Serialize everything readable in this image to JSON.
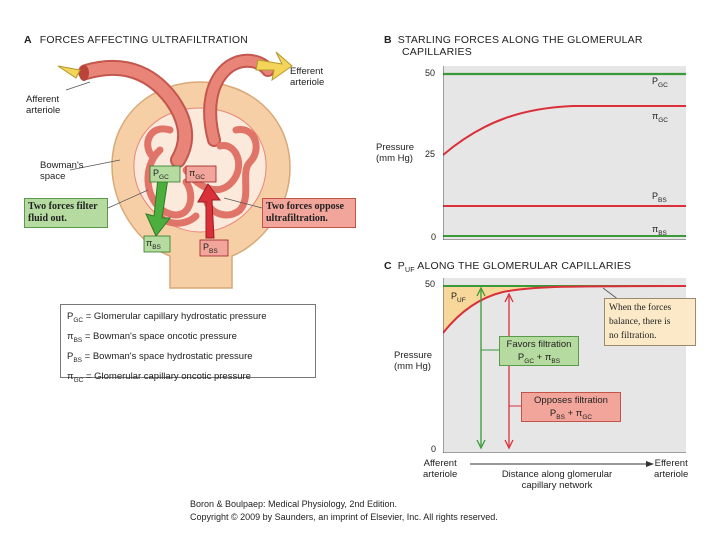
{
  "panelA": {
    "letter": "A",
    "title": "FORCES AFFECTING ULTRAFILTRATION",
    "afferent_line1": "Afferent",
    "afferent_line2": "arteriole",
    "efferent_line1": "Efferent",
    "efferent_line2": "arteriole",
    "bowman_line1": "Bowman's",
    "bowman_line2": "space",
    "pgc_main": "P",
    "pgc_sub": "GC",
    "pigc_main": "π",
    "pigc_sub": "GC",
    "pibs_main": "π",
    "pibs_sub": "BS",
    "pbs_main": "P",
    "pbs_sub": "BS",
    "filter_line1": "Two forces filter",
    "filter_line2": "fluid out.",
    "oppose_line1": "Two forces oppose",
    "oppose_line2": "ultrafiltration.",
    "legend": [
      {
        "sym": "P",
        "sub": "GC",
        "text": " = Glomerular capillary hydrostatic pressure"
      },
      {
        "sym": "π",
        "sub": "BS",
        "text": " = Bowman's space oncotic pressure"
      },
      {
        "sym": "P",
        "sub": "BS",
        "text": " = Bowman's space hydrostatic pressure"
      },
      {
        "sym": "π",
        "sub": "GC",
        "text": " = Glomerular capillary oncotic pressure"
      }
    ]
  },
  "panelB": {
    "letter": "B",
    "title_line1": "STARLING FORCES ALONG THE GLOMERULAR",
    "title_line2": "CAPILLARIES",
    "ylabel_line1": "Pressure",
    "ylabel_line2": "(mm Hg)",
    "ticks": [
      "50",
      "25",
      "0"
    ],
    "curves": [
      {
        "main": "P",
        "sub": "GC",
        "color": "#3a9a3a"
      },
      {
        "main": "π",
        "sub": "GC",
        "color": "#d9303a"
      },
      {
        "main": "P",
        "sub": "BS",
        "color": "#d9303a"
      },
      {
        "main": "π",
        "sub": "BS",
        "color": "#3a9a3a"
      }
    ]
  },
  "panelC": {
    "letter": "C",
    "title_main": "P",
    "title_sub": "UF",
    "title_rest": " ALONG THE GLOMERULAR CAPILLARIES",
    "ylabel_line1": "Pressure",
    "ylabel_line2": "(mm Hg)",
    "ticks": [
      "50",
      "0"
    ],
    "puf_main": "P",
    "puf_sub": "UF",
    "balance_line1": "When the forces",
    "balance_line2": "balance, there is",
    "balance_line3": "no filtration.",
    "favors_line1": "Favors filtration",
    "favors_m1": "P",
    "favors_s1": "GC",
    "favors_plus": " + π",
    "favors_s2": "BS",
    "opposes_line1": "Opposes filtration",
    "opposes_m1": "P",
    "opposes_s1": "BS",
    "opposes_plus": " + π",
    "opposes_s2": "GC",
    "x_left_line1": "Afferent",
    "x_left_line2": "arteriole",
    "x_mid_line1": "Distance along glomerular",
    "x_mid_line2": "capillary network",
    "x_right_line1": "Efferent",
    "x_right_line2": "arteriole"
  },
  "credit": {
    "line1": "Boron & Boulpaep: Medical Physiology, 2nd Edition.",
    "line2": "Copyright © 2009 by Saunders, an imprint of Elsevier, Inc. All rights reserved."
  },
  "colors": {
    "plot_bg": "#e6e6e6",
    "green": "#3a9a3a",
    "red": "#d9303a",
    "capsule": "#f6cfa6",
    "vessel": "#e98578",
    "filter_box": "#b6dba0",
    "oppose_box": "#f2a59a",
    "balance_box": "#fbe9c8"
  }
}
